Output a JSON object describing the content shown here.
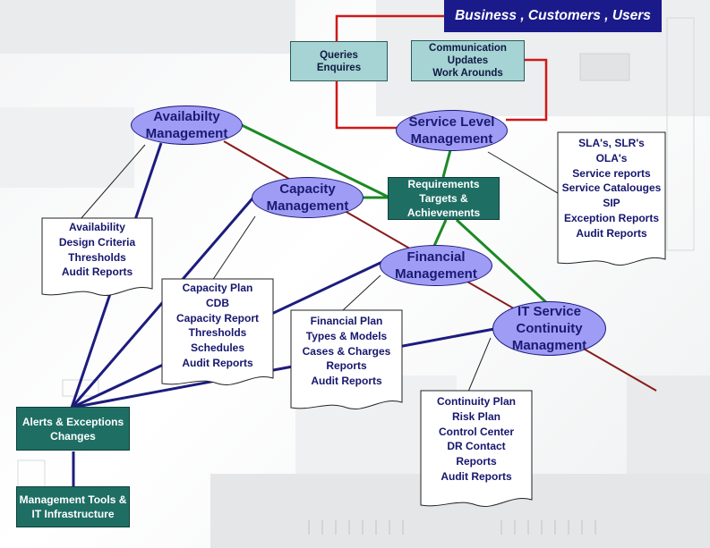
{
  "banner": {
    "label": "Business , Customers , Users"
  },
  "boxes": {
    "queries": "Queries\nEnquires",
    "communication": "Communication\nUpdates\nWork Arounds",
    "requirements": "Requirements\nTargets &\nAchievements",
    "alerts": "Alerts & Exceptions\nChanges",
    "tools": "Management Tools &\nIT Infrastructure"
  },
  "processes": {
    "availability": "Availabilty\nManagement",
    "service_level": "Service Level\nManagement",
    "capacity": "Capacity\nManagement",
    "financial": "Financial\nManagement",
    "continuity": "IT Service\nContinuity\nManagment"
  },
  "documents": {
    "sla": "SLA's, SLR's\nOLA's\nService reports\nService Catalouges\nSIP\nException Reports\nAudit Reports",
    "availability": "Availability\nDesign Criteria\nThresholds\nAudit Reports",
    "capacity": "Capacity Plan\nCDB\nCapacity Report\nThresholds\nSchedules\nAudit Reports",
    "financial": "Financial Plan\nTypes & Models\nCases & Charges\nReports\nAudit Reports",
    "continuity": "Continuity Plan\nRisk Plan\nControl Center\nDR Contact\nReports\nAudit Reports"
  },
  "colors": {
    "process_fill": "#9e9cf4",
    "navy_line": "#1c1c7e",
    "green_line": "#1b8a24",
    "red_line": "#d01818",
    "maroon_line": "#8a1a1a",
    "dark_teal": "#1f6e64",
    "light_teal": "#a6d3d3",
    "banner": "#1a1a8a"
  }
}
